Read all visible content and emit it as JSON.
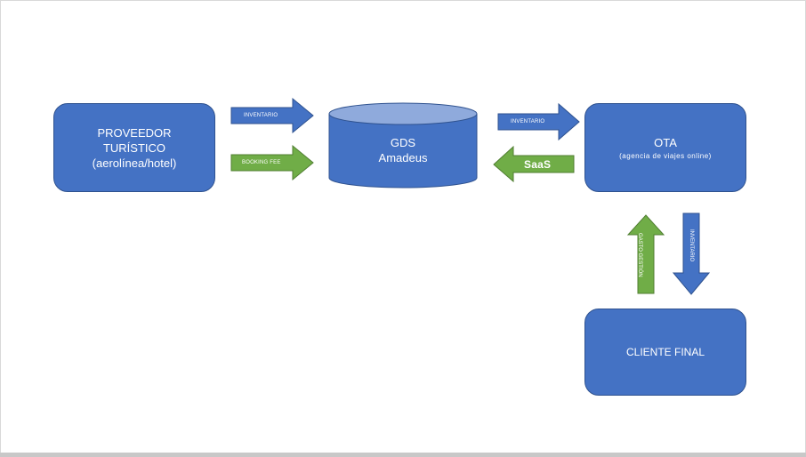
{
  "colors": {
    "blue": "#4472c4",
    "blue_dark": "#2f528f",
    "green": "#70ad47",
    "cylinder_top": "#8faadc"
  },
  "nodes": {
    "proveedor": {
      "lines": [
        "PROVEEDOR",
        "TURÍSTICO",
        "(aerolínea/hotel)"
      ]
    },
    "gds": {
      "lines": [
        "GDS",
        "Amadeus"
      ]
    },
    "ota": {
      "title": "OTA",
      "subtitle": "(agencia de viajes online)"
    },
    "cliente": {
      "title": "CLIENTE FINAL"
    }
  },
  "arrows": {
    "prov_gds_inventario": "INVENTARIO",
    "prov_gds_booking": "BOOKING FEE",
    "gds_ota_inventario": "INVENTARIO",
    "ota_gds_saas": "SaaS",
    "cliente_ota_gasto": "GASTO GESTIÓN",
    "ota_cliente_inventario": "INVENTARIO"
  }
}
